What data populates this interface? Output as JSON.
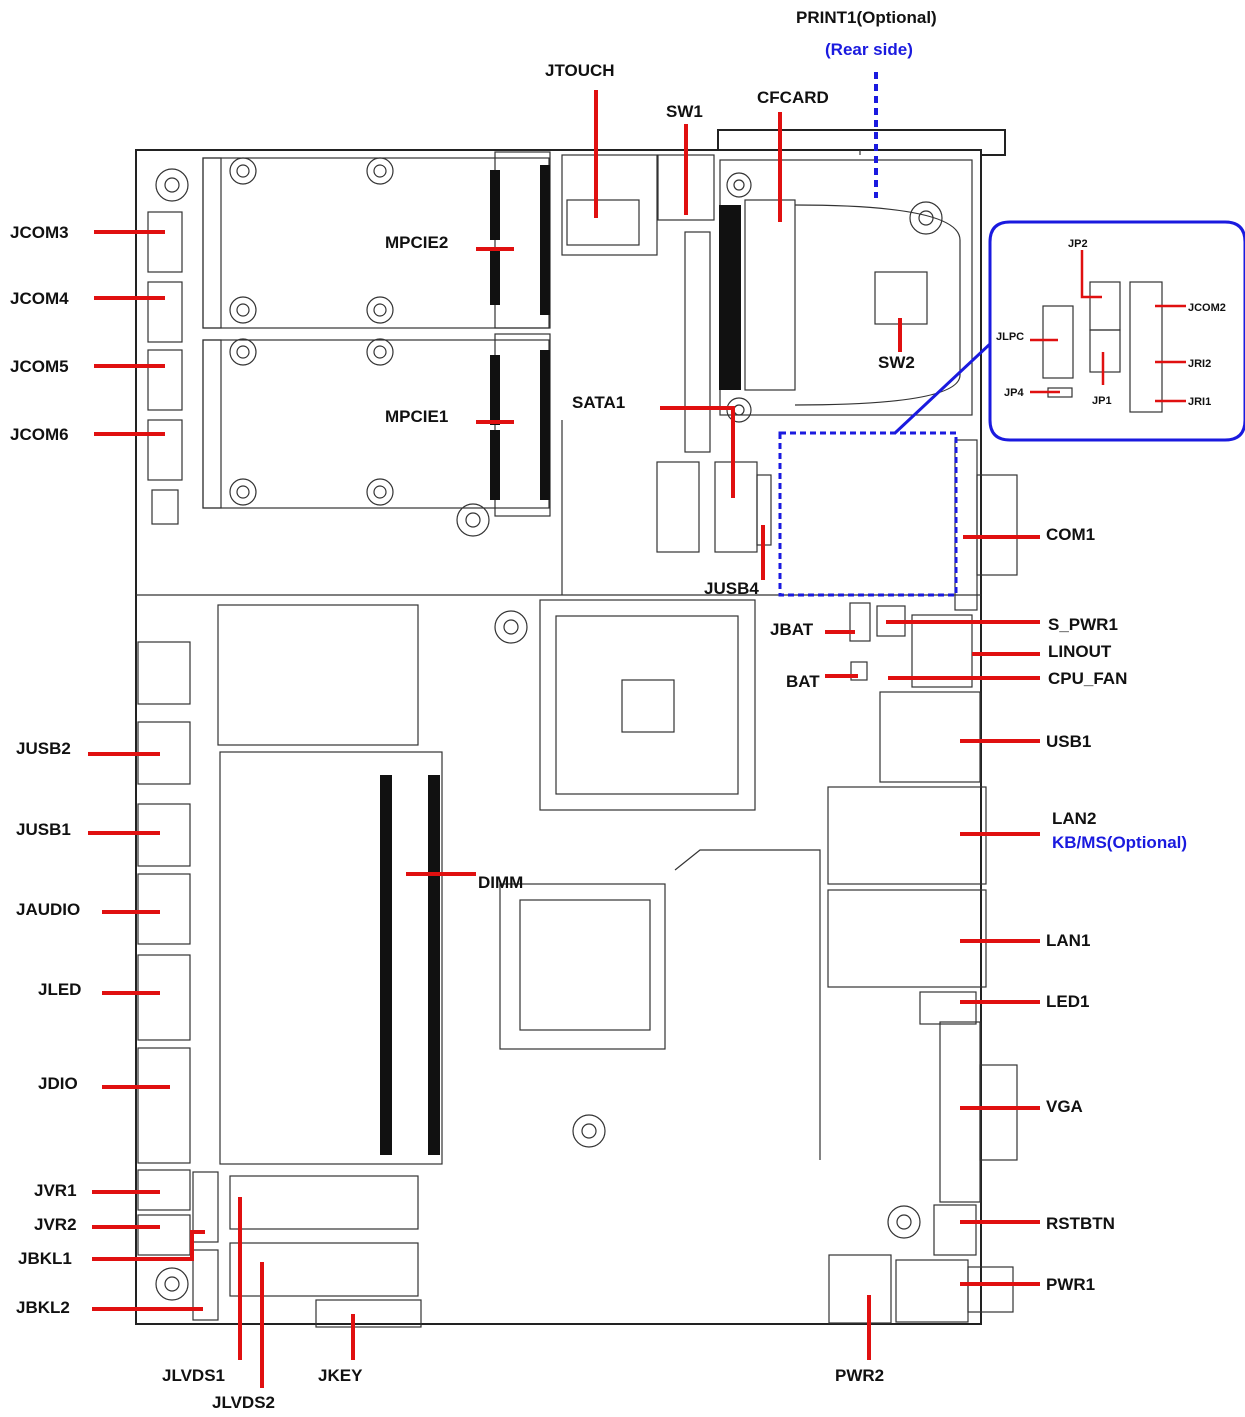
{
  "labels": {
    "print1": "PRINT1(Optional)",
    "rear_side": "(Rear side)",
    "jtouch": "JTOUCH",
    "sw1": "SW1",
    "cfcard": "CFCARD",
    "jcom3": "JCOM3",
    "jcom4": "JCOM4",
    "jcom5": "JCOM5",
    "jcom6": "JCOM6",
    "mpcie2": "MPCIE2",
    "mpcie1": "MPCIE1",
    "sata1": "SATA1",
    "sw2": "SW2",
    "com1": "COM1",
    "jusb4": "JUSB4",
    "jbat": "JBAT",
    "bat": "BAT",
    "s_pwr1": "S_PWR1",
    "linout": "LINOUT",
    "cpu_fan": "CPU_FAN",
    "usb1": "USB1",
    "jusb2": "JUSB2",
    "jusb1": "JUSB1",
    "lan2": "LAN2",
    "kbms": "KB/MS(Optional)",
    "dimm": "DIMM",
    "jaudio": "JAUDIO",
    "lan1": "LAN1",
    "jled": "JLED",
    "led1": "LED1",
    "jdio": "JDIO",
    "vga": "VGA",
    "jvr1": "JVR1",
    "jvr2": "JVR2",
    "rstbtn": "RSTBTN",
    "jbkl1": "JBKL1",
    "pwr1": "PWR1",
    "jbkl2": "JBKL2",
    "jlvds1": "JLVDS1",
    "jlvds2": "JLVDS2",
    "jkey": "JKEY",
    "pwr2": "PWR2"
  },
  "inset_labels": {
    "jp2": "JP2",
    "jcom2": "JCOM2",
    "jlpc": "JLPC",
    "jri2": "JRI2",
    "jp4": "JP4",
    "jp1": "JP1",
    "jri1": "JRI1"
  },
  "colors": {
    "leader": "#e01010",
    "highlight": "#1a1adf",
    "outline": "#222222"
  }
}
